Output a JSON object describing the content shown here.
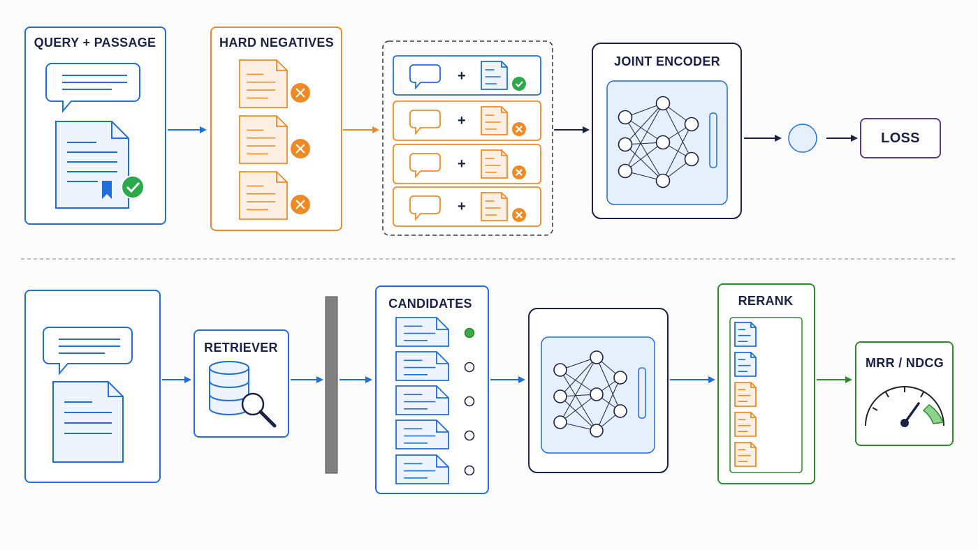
{
  "training": {
    "query_passage_label": "QUERY + PASSAGE",
    "hard_negatives_label": "HARD NEGATIVES",
    "pair_plus": "+",
    "joint_encoder_label": "JOINT ENCODER",
    "loss_label": "LOSS"
  },
  "inference": {
    "retriever_label": "RETRIEVER",
    "candidates_label": "CANDIDATES",
    "rerank_label": "RERANK",
    "metric_label": "MRR / NDCG"
  },
  "colors": {
    "blue": "#1f6fd6",
    "orange": "#f08a24",
    "navy": "#1b2245",
    "purple": "#5b3a8e",
    "green": "#2e8b2e",
    "light_blue_fill": "#e6f0fc",
    "check_green": "#2da84a",
    "cross_orange": "#f08a24"
  },
  "icons": [
    "chat-bubble-icon",
    "document-icon",
    "check-icon",
    "cross-icon",
    "bookmark-icon",
    "neural-network-icon",
    "database-icon",
    "magnifier-icon",
    "gauge-icon"
  ]
}
